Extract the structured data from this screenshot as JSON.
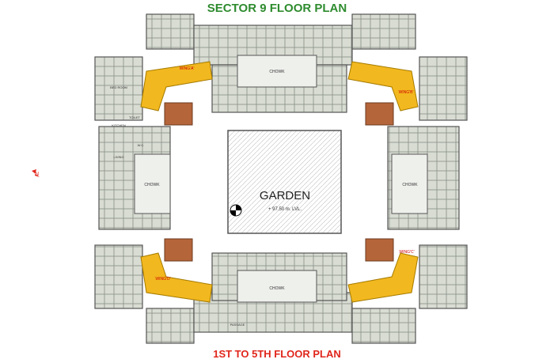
{
  "title": "SECTOR 9 FLOOR PLAN",
  "subtitle": "1ST TO 5TH FLOOR PLAN",
  "garden": {
    "label": "GARDEN",
    "level": "+ 97.50  m. LVL."
  },
  "courtyard_label": "CHOWK",
  "wings": [
    "WING'A'",
    "WING'B'",
    "WING'C'",
    "WING'D'"
  ],
  "room_labels": {
    "bed": "BED ROOM",
    "kitchen": "KITCHEN",
    "living": "LIVING",
    "toilet": "TOILET",
    "wc": "W.C.",
    "passage": "PASSAGE"
  },
  "colors": {
    "title_green": "#2e8b2e",
    "subtitle_red": "#e0261b",
    "walls": "#8a8f88",
    "rooms": "#d8dcd2",
    "corridor": "#f2b81f",
    "stair": "#b5653a",
    "garden_outline": "#555555"
  }
}
